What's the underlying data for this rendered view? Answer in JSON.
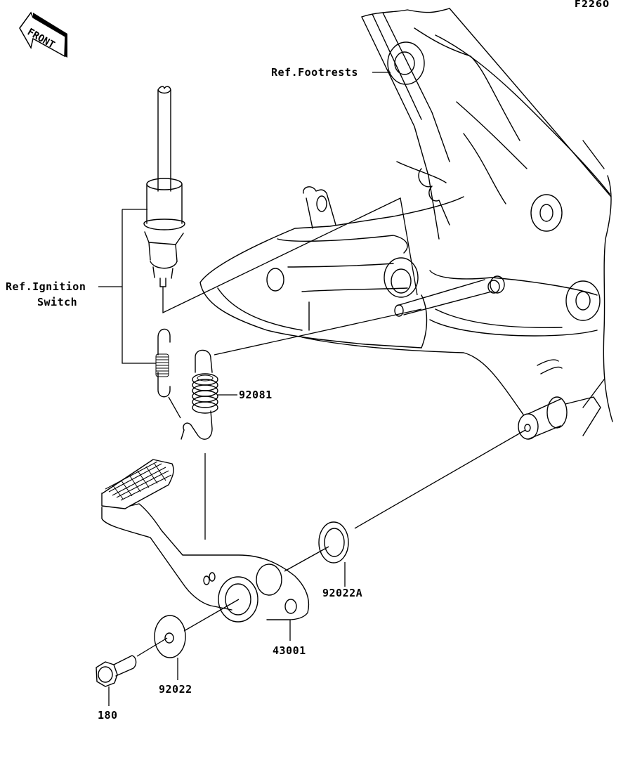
{
  "diagram": {
    "title": "Brake Pedal",
    "figure_code": "F2260",
    "orientation_badge": "FRONT",
    "references": [
      {
        "id": "ref-footrests",
        "text": "Ref.Footrests"
      },
      {
        "id": "ref-ignition-switch",
        "line1": "Ref.Ignition",
        "line2": "Switch"
      }
    ],
    "parts": [
      {
        "number": "92081",
        "description": "spring"
      },
      {
        "number": "92022A",
        "description": "washer"
      },
      {
        "number": "43001",
        "description": "brake pedal"
      },
      {
        "number": "92022",
        "description": "washer"
      },
      {
        "number": "180",
        "description": "bolt"
      }
    ]
  }
}
